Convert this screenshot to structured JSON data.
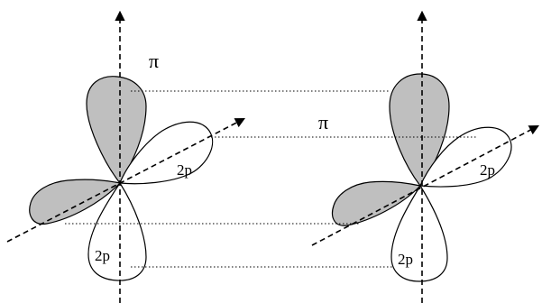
{
  "labels": {
    "pi_left": "π",
    "pi_right": "π",
    "orbital_left_upper": "2p",
    "orbital_left_lower": "2p",
    "orbital_right_upper": "2p",
    "orbital_right_lower": "2p"
  },
  "colors": {
    "shaded_lobe": "#bfbfbf",
    "line": "#000000",
    "background": "#ffffff"
  }
}
